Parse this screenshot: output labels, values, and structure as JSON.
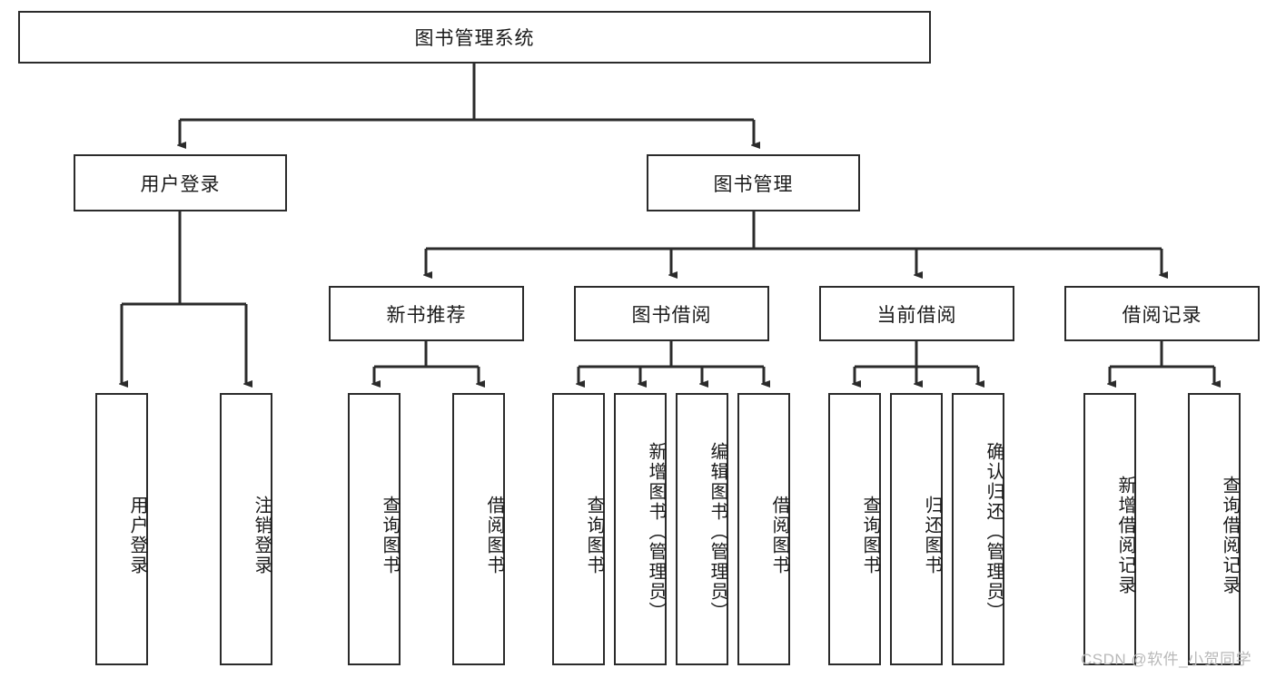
{
  "diagram": {
    "title_node": {
      "label": "图书管理系统"
    },
    "level2": [
      {
        "id": "user-login",
        "label": "用户登录"
      },
      {
        "id": "book-management",
        "label": "图书管理"
      }
    ],
    "level3": [
      {
        "id": "new-book-recommend",
        "label": "新书推荐"
      },
      {
        "id": "book-borrow",
        "label": "图书借阅"
      },
      {
        "id": "current-borrow",
        "label": "当前借阅"
      },
      {
        "id": "borrow-record",
        "label": "借阅记录"
      }
    ],
    "leaves": [
      {
        "id": "leaf-user-login",
        "label": "用户登录"
      },
      {
        "id": "leaf-logout-login",
        "label": "注销登录"
      },
      {
        "id": "leaf-query-book-1",
        "label": "查询图书"
      },
      {
        "id": "leaf-borrow-book-1",
        "label": "借阅图书"
      },
      {
        "id": "leaf-query-book-2",
        "label": "查询图书"
      },
      {
        "id": "leaf-add-book-admin",
        "label": "新增图书（管理员）"
      },
      {
        "id": "leaf-edit-book-admin",
        "label": "编辑图书（管理员）"
      },
      {
        "id": "leaf-borrow-book-2",
        "label": "借阅图书"
      },
      {
        "id": "leaf-query-book-3",
        "label": "查询图书"
      },
      {
        "id": "leaf-return-book",
        "label": "归还图书"
      },
      {
        "id": "leaf-confirm-return-admin",
        "label": "确认归还（管理员）"
      },
      {
        "id": "leaf-add-borrow-record",
        "label": "新增借阅记录"
      },
      {
        "id": "leaf-query-borrow-record",
        "label": "查询借阅记录"
      }
    ],
    "watermark": "CSDN @软件_小贺同学",
    "colors": {
      "stroke": "#2b2b2b",
      "background": "#ffffff",
      "text": "#1a1a1a",
      "watermark": "#b9b9b9"
    }
  }
}
